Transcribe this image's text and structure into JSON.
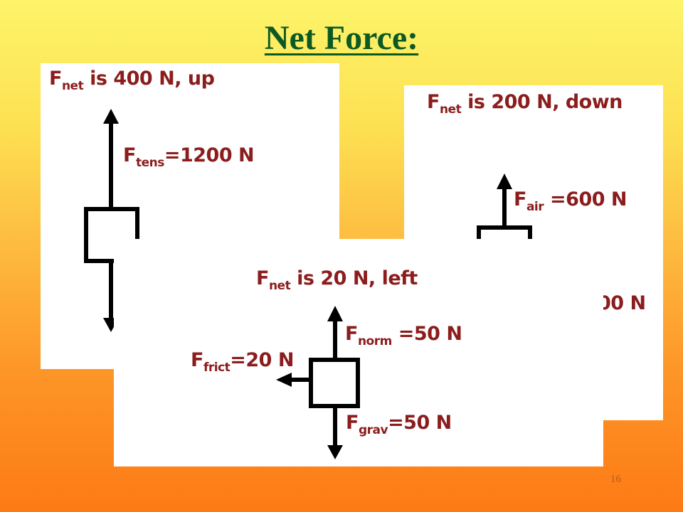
{
  "title": "Net Force:",
  "slide_number": "16",
  "colors": {
    "title": "#0b5a24",
    "label": "#8b1d1d",
    "diagram": "#000000"
  },
  "panel_up": {
    "net_F": "F",
    "net_sub": "net",
    "net_text": " is 400 N, up",
    "tens_F": "F",
    "tens_sub": "tens",
    "tens_text": "=1200 N"
  },
  "panel_down": {
    "net_F": "F",
    "net_sub": "net",
    "net_text": " is 200 N, down",
    "air_F": "F",
    "air_sub": "air",
    "air_text": " =600 N",
    "grav_partial": "00 N"
  },
  "panel_left": {
    "net_F": "F",
    "net_sub": "net",
    "net_text": " is 20 N, left",
    "norm_F": "F",
    "norm_sub": "norm",
    "norm_text": " =50 N",
    "frict_F": "F",
    "frict_sub": "frict",
    "frict_text": "=20 N",
    "grav_F": "F",
    "grav_sub": "grav",
    "grav_text": "=50 N"
  }
}
